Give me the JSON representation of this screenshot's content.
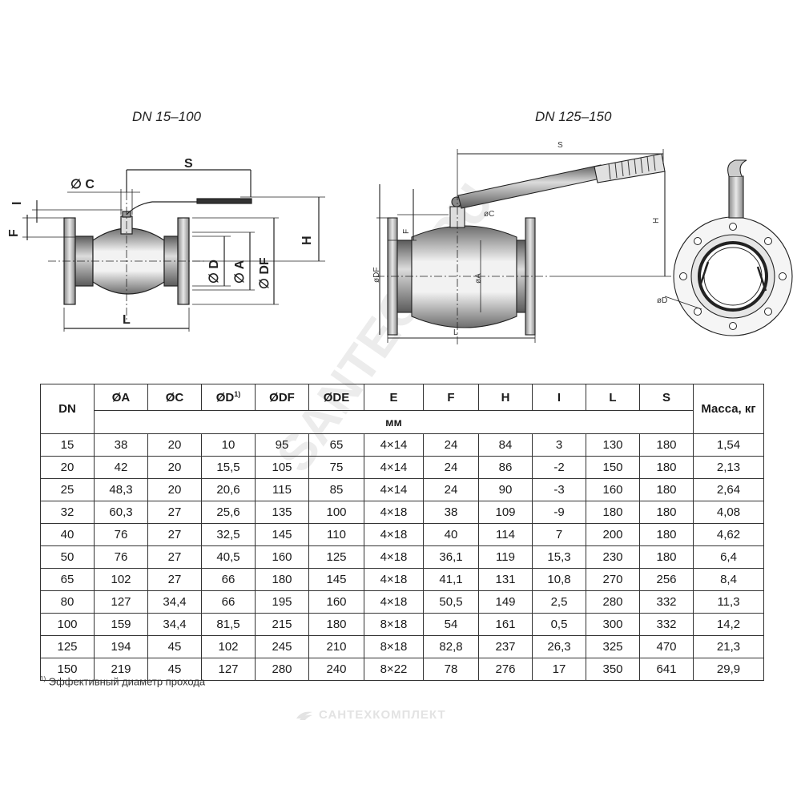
{
  "drawing": {
    "left_caption": "DN 15–100",
    "right_caption": "DN 125–150",
    "left_dims": {
      "S": "S",
      "C": "∅ C",
      "I": "I",
      "F": "F",
      "H": "H",
      "D": "∅ D",
      "A": "∅ A",
      "DF": "∅ DF",
      "L": "L"
    },
    "right_dims": {
      "S": "S",
      "C": "øC",
      "F": "F",
      "H": "H",
      "A": "øA",
      "DF": "øDF",
      "D": "øD",
      "L": "L"
    }
  },
  "table": {
    "headers": [
      "DN",
      "ØA",
      "ØC",
      "ØD",
      "ØDF",
      "ØDE",
      "E",
      "F",
      "H",
      "I",
      "L",
      "S",
      "Масса, кг"
    ],
    "header_d_sup": "1)",
    "unit": "мм",
    "rows": [
      [
        "15",
        "38",
        "20",
        "10",
        "95",
        "65",
        "4×14",
        "24",
        "84",
        "3",
        "130",
        "180",
        "1,54"
      ],
      [
        "20",
        "42",
        "20",
        "15,5",
        "105",
        "75",
        "4×14",
        "24",
        "86",
        "-2",
        "150",
        "180",
        "2,13"
      ],
      [
        "25",
        "48,3",
        "20",
        "20,6",
        "115",
        "85",
        "4×14",
        "24",
        "90",
        "-3",
        "160",
        "180",
        "2,64"
      ],
      [
        "32",
        "60,3",
        "27",
        "25,6",
        "135",
        "100",
        "4×18",
        "38",
        "109",
        "-9",
        "180",
        "180",
        "4,08"
      ],
      [
        "40",
        "76",
        "27",
        "32,5",
        "145",
        "110",
        "4×18",
        "40",
        "114",
        "7",
        "200",
        "180",
        "4,62"
      ],
      [
        "50",
        "76",
        "27",
        "40,5",
        "160",
        "125",
        "4×18",
        "36,1",
        "119",
        "15,3",
        "230",
        "180",
        "6,4"
      ],
      [
        "65",
        "102",
        "27",
        "66",
        "180",
        "145",
        "4×18",
        "41,1",
        "131",
        "10,8",
        "270",
        "256",
        "8,4"
      ],
      [
        "80",
        "127",
        "34,4",
        "66",
        "195",
        "160",
        "4×18",
        "50,5",
        "149",
        "2,5",
        "280",
        "332",
        "11,3"
      ],
      [
        "100",
        "159",
        "34,4",
        "81,5",
        "215",
        "180",
        "8×18",
        "54",
        "161",
        "0,5",
        "300",
        "332",
        "14,2"
      ],
      [
        "125",
        "194",
        "45",
        "102",
        "245",
        "210",
        "8×18",
        "82,8",
        "237",
        "26,3",
        "325",
        "470",
        "21,3"
      ],
      [
        "150",
        "219",
        "45",
        "127",
        "280",
        "240",
        "8×22",
        "78",
        "276",
        "17",
        "350",
        "641",
        "29,9"
      ]
    ]
  },
  "footnote": {
    "mark": "1)",
    "text": "Эффективный диаметр прохода"
  },
  "logo": {
    "text": "САНТЕХКОМПЛЕКТ",
    "color": "#e3e3e3"
  },
  "watermark": {
    "text": "SANTECH.RU"
  }
}
